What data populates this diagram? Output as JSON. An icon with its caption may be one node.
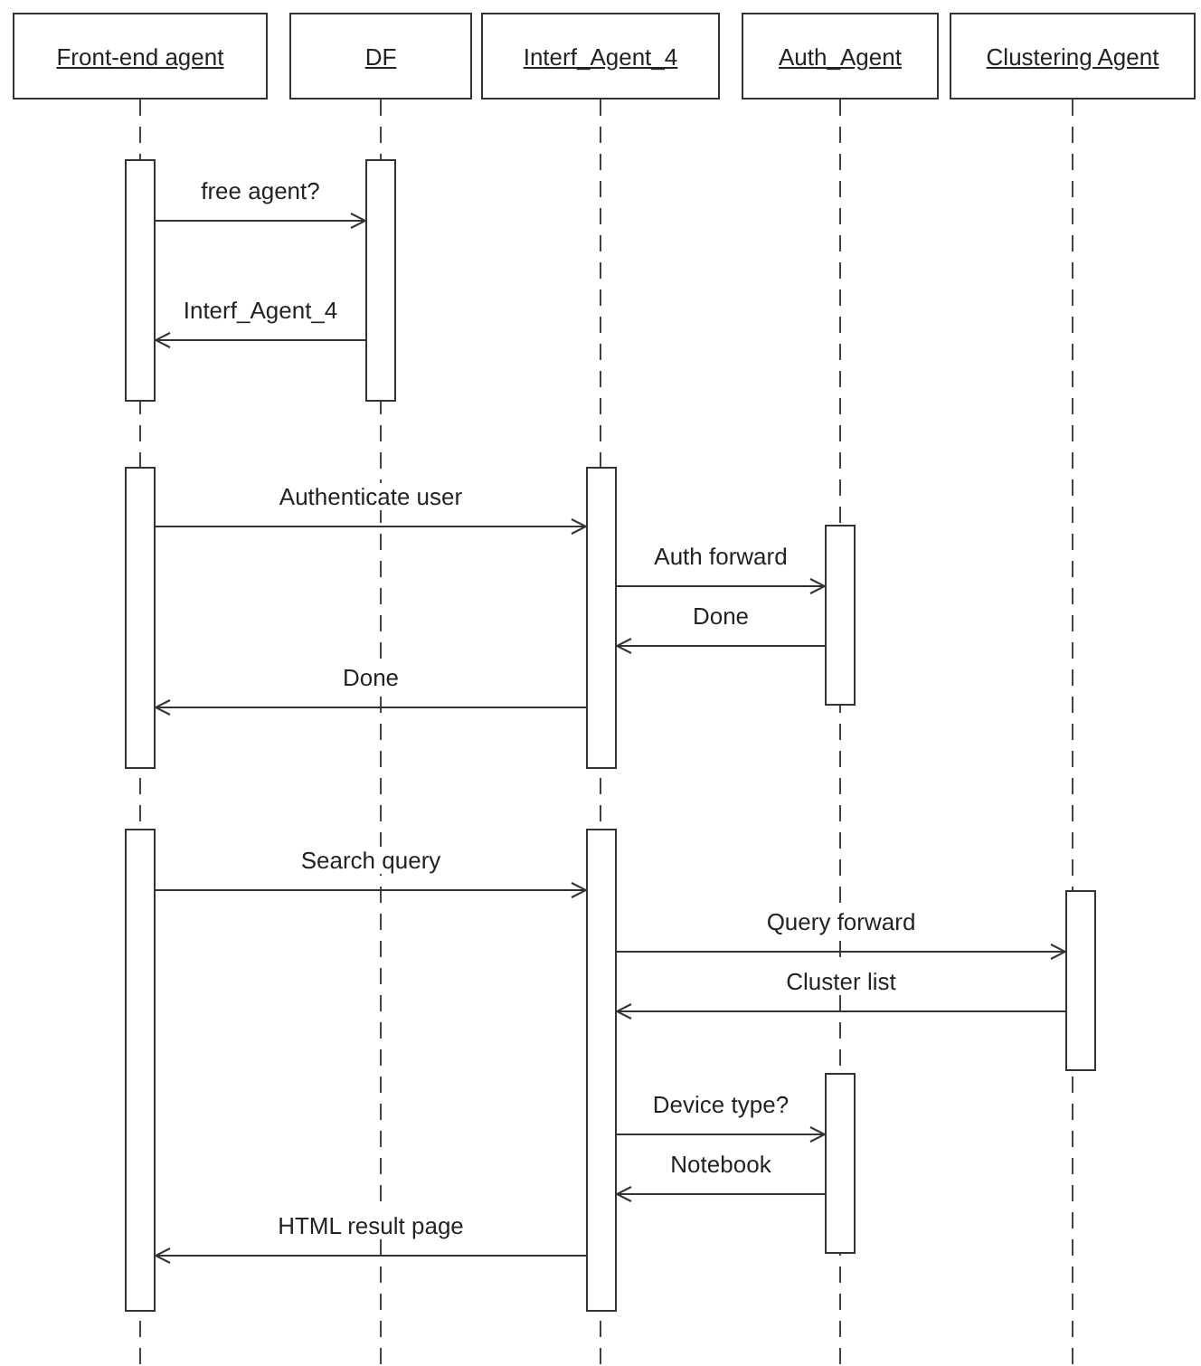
{
  "diagram": {
    "nodes": [
      {
        "text": [
          "Front-end agent"
        ]
      },
      {
        "text": [
          "DF"
        ]
      },
      {
        "text": [
          "Interf_Agent_4"
        ]
      },
      {
        "text": [
          "Auth_Agent"
        ]
      },
      {
        "text": [
          "Clustering Agent"
        ]
      },
      {
        "text": [],
        "shape": "bar"
      },
      {
        "text": [],
        "shape": "bar"
      },
      {
        "text": [],
        "shape": "bar"
      },
      {
        "text": [],
        "shape": "bar"
      },
      {
        "text": [],
        "shape": "bar"
      },
      {
        "text": [],
        "shape": "bar"
      },
      {
        "text": [],
        "shape": "bar"
      },
      {
        "text": [],
        "shape": "bar"
      },
      {
        "text": [],
        "shape": "bar"
      }
    ],
    "edges": [
      {
        "from": 5,
        "to": 6,
        "arrow": "to",
        "label": "free agent?"
      },
      {
        "from": 6,
        "to": 5,
        "arrow": "to",
        "label": "Interf_Agent_4"
      },
      {
        "from": 7,
        "to": 8,
        "arrow": "to",
        "label": "Authenticate user"
      },
      {
        "from": 8,
        "to": 9,
        "arrow": "to",
        "label": "Auth forward"
      },
      {
        "from": 9,
        "to": 8,
        "arrow": "to",
        "label": "Done"
      },
      {
        "from": 8,
        "to": 7,
        "arrow": "to",
        "label": "Done"
      },
      {
        "from": 10,
        "to": 11,
        "arrow": "to",
        "label": "Search query"
      },
      {
        "from": 11,
        "to": 12,
        "arrow": "to",
        "label": "Query forward"
      },
      {
        "from": 12,
        "to": 11,
        "arrow": "to",
        "label": "Cluster list"
      },
      {
        "from": 11,
        "to": 13,
        "arrow": "to",
        "label": "Device type?"
      },
      {
        "from": 13,
        "to": 11,
        "arrow": "to",
        "label": "Notebook"
      },
      {
        "from": 11,
        "to": 10,
        "arrow": "to",
        "label": "HTML result page"
      }
    ]
  }
}
